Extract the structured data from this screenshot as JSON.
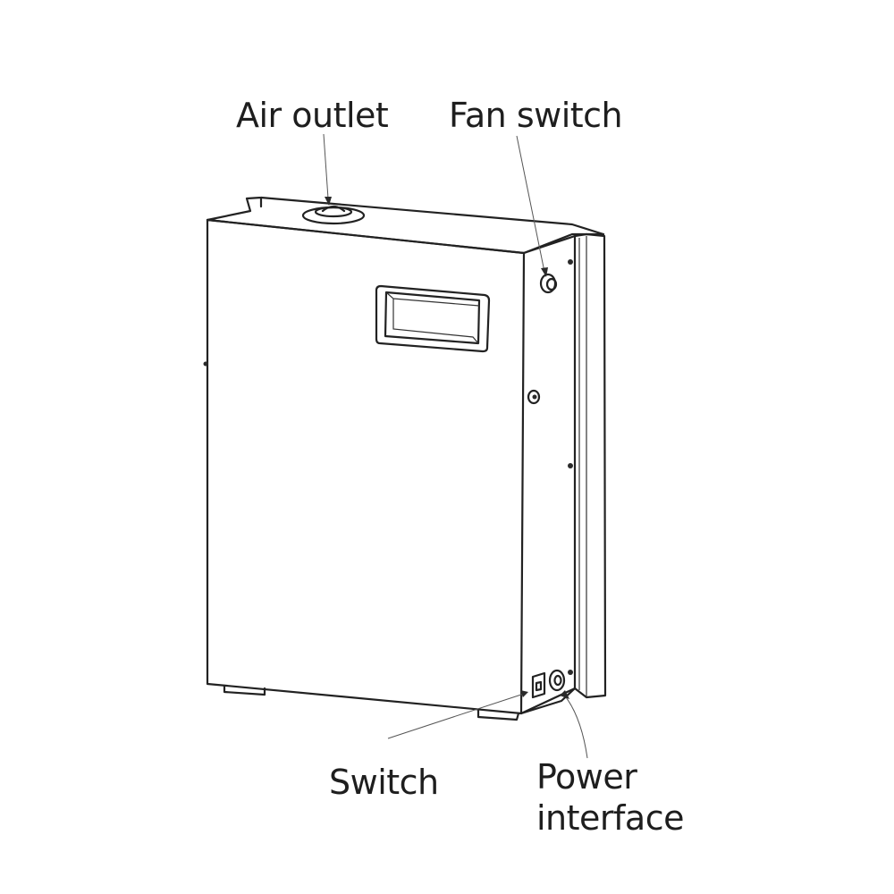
{
  "labels": {
    "air_outlet": "Air outlet",
    "fan_switch": "Fan switch",
    "switch": "Switch",
    "power_line1": "Power",
    "power_line2": "interface"
  },
  "colors": {
    "line": "#222222",
    "text": "#1e1e1e",
    "background": "#ffffff"
  }
}
